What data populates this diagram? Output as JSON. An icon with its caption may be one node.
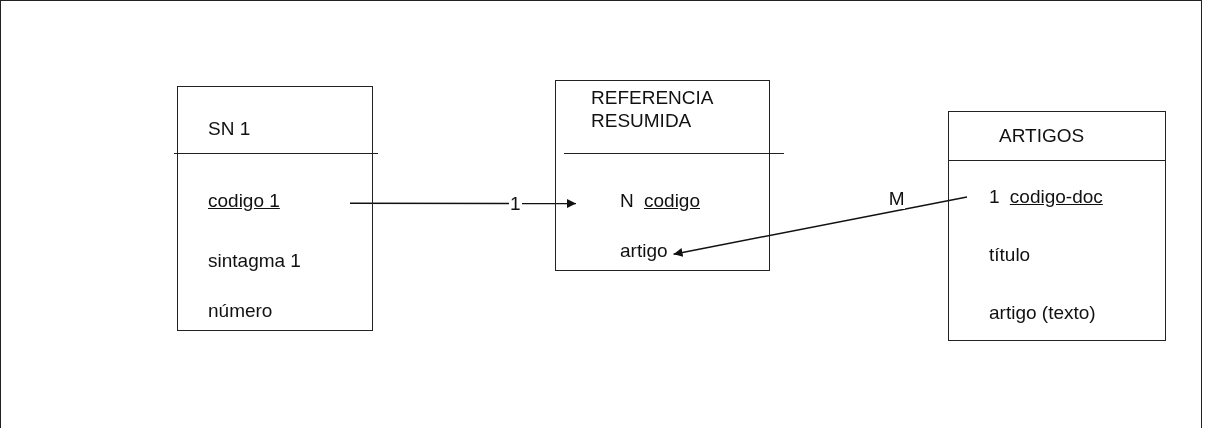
{
  "diagram": {
    "nodes": [
      {
        "text": [
          "SN 1"
        ]
      },
      {
        "text": [
          "codigo 1"
        ],
        "in": 0
      },
      {
        "text": [
          "sintagma 1"
        ],
        "in": 0
      },
      {
        "text": [
          "número"
        ],
        "in": 0
      },
      {
        "text": [
          "REFERENCIA RESUMIDA"
        ]
      },
      {
        "text": [
          "N codigo"
        ],
        "in": 4
      },
      {
        "text": [
          "artigo"
        ],
        "in": 4
      },
      {
        "text": [
          "ARTIGOS"
        ]
      },
      {
        "text": [
          "1 codigo-doc"
        ],
        "in": 7
      },
      {
        "text": [
          "título"
        ],
        "in": 7
      },
      {
        "text": [
          "artigo (texto)"
        ],
        "in": 7
      }
    ],
    "edges": [
      {
        "from": 1,
        "to": 5,
        "arrow": "to",
        "label": "1"
      },
      {
        "from": 8,
        "to": 6,
        "arrow": "to",
        "label": "M"
      }
    ]
  }
}
